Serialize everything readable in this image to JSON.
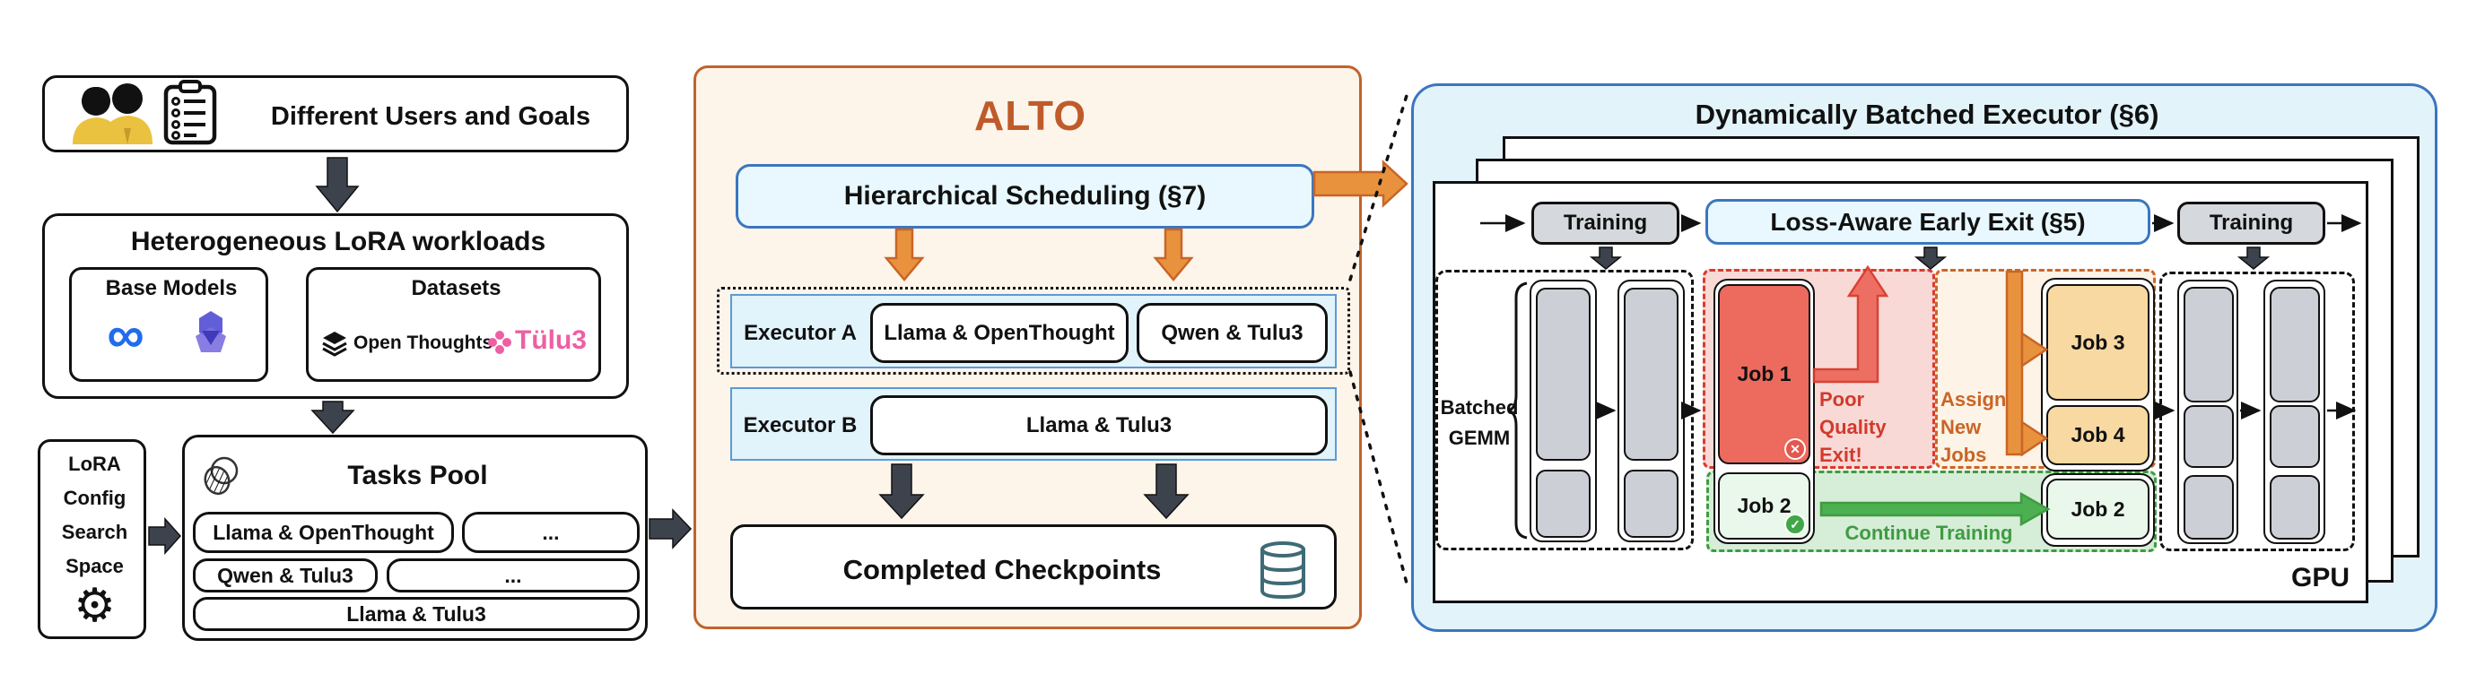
{
  "left": {
    "users_goals": "Different Users and Goals",
    "workloads": {
      "title": "Heterogeneous LoRA workloads",
      "base_models": "Base Models",
      "datasets": "Datasets",
      "open_thoughts": "Open Thoughts",
      "tulu": "Tülu3"
    },
    "lora_config": {
      "l0": "LoRA",
      "l1": "Config",
      "l2": "Search",
      "l3": "Space"
    },
    "tasks_pool": {
      "title": "Tasks Pool",
      "rows": [
        [
          "Llama & OpenThought",
          "..."
        ],
        [
          "Qwen & Tulu3",
          "..."
        ],
        [
          "Llama & Tulu3"
        ]
      ]
    }
  },
  "alto": {
    "title": "ALTO",
    "scheduling": "Hierarchical Scheduling (§7)",
    "executor_a": {
      "label": "Executor A",
      "chips": [
        "Llama & OpenThought",
        "Qwen & Tulu3"
      ]
    },
    "executor_b": {
      "label": "Executor B",
      "chips": [
        "Llama & Tulu3"
      ]
    },
    "checkpoints": "Completed Checkpoints"
  },
  "executor_panel": {
    "title": "Dynamically Batched Executor (§6)",
    "training_left": "Training",
    "training_right": "Training",
    "early_exit": "Loss-Aware Early Exit (§5)",
    "batched_gemm": {
      "l0": "Batched",
      "l1": "GEMM"
    },
    "jobs": {
      "job1": "Job 1",
      "job2_left": "Job 2",
      "job2_right": "Job 2",
      "job3": "Job 3",
      "job4": "Job 4"
    },
    "poor_quality": {
      "l0": "Poor",
      "l1": "Quality",
      "l2": "Exit!"
    },
    "assign_new": {
      "l0": "Assign",
      "l1": "New",
      "l2": "Jobs"
    },
    "continue_training": "Continue Training",
    "gpu": "GPU"
  },
  "icons": {
    "users": "two-users-icon",
    "clipboard": "checklist-clipboard-icon",
    "meta": "meta-logo-icon",
    "qwen": "qwen-logo-icon",
    "open_thoughts": "open-thoughts-stack-icon",
    "tulu_flower": "tulu-flower-icon",
    "gear": "⚙",
    "tasks_pool": "overlapping-pool-icon",
    "database": "database-cylinder-icon",
    "fail": "✕",
    "success": "✓"
  },
  "colors": {
    "alto_border": "#c0632b",
    "alto_bg": "#fdf4ea",
    "alto_title": "#bf5b2a",
    "blue_border": "#3b76c0",
    "panel_bg": "#e2f3fa",
    "lightblue_box": "#e8f8fe",
    "row_blue": "#e1f3fb",
    "dark_arrow": "#3d434d",
    "orange_arrow": "#e8923e",
    "orange_dark": "#c96526",
    "red_fill": "#ed6a5e",
    "red_dark": "#d93a2b",
    "red_zone": "#f8d9d6",
    "orange_zone": "#fdf3e6",
    "tan_job": "#f7d9a1",
    "green": "#4caf50",
    "green_dark": "#3f9b42",
    "green_zone": "#d6edd7",
    "green_job": "#e9f8ea",
    "gray_block": "#ccd0d6",
    "gray_box": "#d5d8dc",
    "meta_blue": "#1f6ded",
    "qwen_purple": "#5a55d6",
    "tulu_pink": "#ee5fa3",
    "db_teal": "#3e6b75",
    "person_yellow": "#eac23f"
  }
}
